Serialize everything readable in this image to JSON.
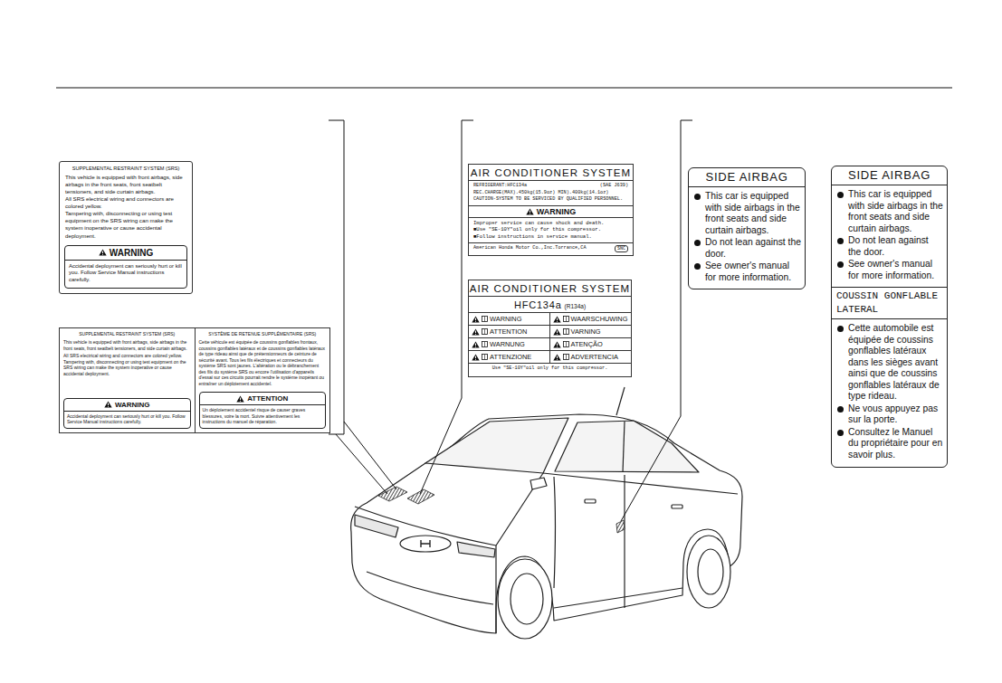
{
  "diagram": {
    "nodes": [
      {
        "text": [
          "SUPPLEMENTAL RESTRAINT SYSTEM (SRS)",
          "This vehicle is equipped with front airbags, side airbags in the front seats, front seatbelt tensioners, and side curtain airbags.",
          "All SRS electrical wiring and connectors are colored yellow.",
          "Tampering with, disconnecting or using test equipment on the SRS wiring can make the system inoperative or cause accidental deployment."
        ]
      },
      {
        "text": [
          "WARNING",
          "Accidental deployment can seriously hurt or kill you. Follow Service Manual instructions carefully."
        ],
        "in": 0
      },
      {
        "text": [
          "SUPPLEMENTAL RESTRAINT SYSTEM (SRS)",
          "This vehicle is equipped with front airbags, side airbags in the front seats, front seatbelt tensioners, and side curtain airbags.",
          "All SRS electrical wiring and connectors are colored yellow. Tampering with, disconnecting or using test equipment on the SRS wiring can make the system inoperative or cause accidental deployment.",
          "SYSTÈME DE RETENUE SUPPLÉMENTAIRE (SRS)",
          "Cette véhicule est équipée de coussins gonflables frontaux, coussins gonflables latéraux et de coussins gonflables latéraux de type rideau ainsi que de prétensionneurs de ceinture de sécurité avant. Tous les fils électriques et connecteurs du système SRS sont jaunes. L'altération ou le débranchement des fils du système SRS ou encore l'utilisation d'appareils d'essai sur ces circuits pourrait rendre le système inopérant ou entraîner un déploiement accidentel."
        ]
      },
      {
        "text": [
          "WARNING",
          "Accidental deployment can seriously hurt or kill you. Follow Service Manual instructions carefully."
        ],
        "in": 2
      },
      {
        "text": [
          "ATTENTION",
          "Un déploiement accidentel risque de causer graves blessures, voire la mort. Suivre attentivement les instructions du manuel de réparation."
        ],
        "in": 2
      },
      {
        "text": [
          "AIR CONDITIONER SYSTEM",
          "REFRIGERANT:HFC134a",
          "(SAE J639)",
          "REC.CHARGE(MAX).450kg(15.9oz) MIN).400kg(14.1oz)",
          "CAUTION-SYSTEM TO BE SERVICED BY QUALIFIED PERSONNEL.",
          "American Honda Motor Co.,Inc.Torrance,CA"
        ]
      },
      {
        "text": [
          "WARNING",
          "Improper service can cause shock and death.",
          "■Use \"SE-10Y\"oil only for this compressor.",
          "■Follow instructions in service manual."
        ],
        "in": 5
      },
      {
        "text": [
          "SNC"
        ],
        "in": 5
      },
      {
        "text": [
          "AIR CONDITIONER SYSTEM",
          "HFC134a",
          "(R134a)",
          "WARNING",
          "WAARSCHUWING",
          "ATTENTION",
          "VARNING",
          "WARNUNG",
          "ATENÇÃO",
          "ATTENZIONE",
          "ADVERTENCIA",
          "Use \"SE-10Y\"oil only for this compressor."
        ]
      },
      {
        "text": [
          "SIDE AIRBAG",
          "This car is equipped with side airbags in the front seats and side curtain airbags.",
          "Do not lean against the door.",
          "See owner's manual for more information."
        ]
      },
      {
        "text": [
          "SIDE AIRBAG",
          "This car is equipped with side airbags in the front seats and side curtain airbags.",
          "Do not lean against the door.",
          "See owner's manual for more information.",
          "COUSSIN GONFLABLE LATERAL",
          "Cette automobile est équipée de coussins gonflables latéraux dans les sièges avant ainsi que de coussins gonflables latéraux de type rideau.",
          "Ne vous appuyez pas sur la porte.",
          "Consultez le Manuel du propriétaire pour en savoir plus."
        ]
      }
    ]
  }
}
